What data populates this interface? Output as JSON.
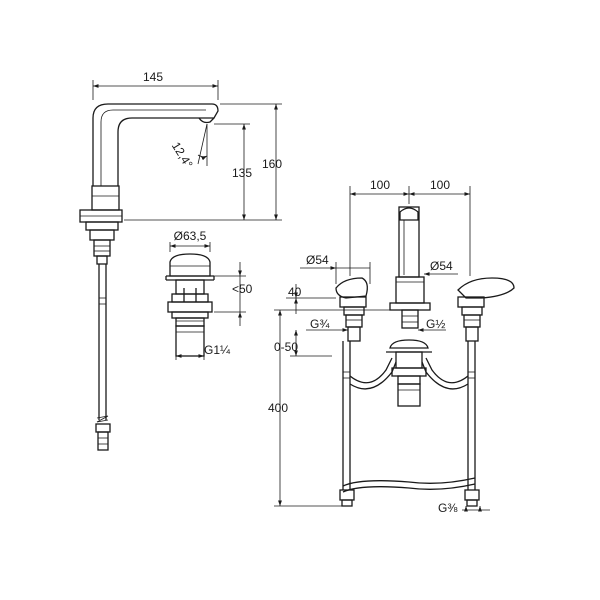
{
  "diagram": {
    "side_view": {
      "reach": "145",
      "total_height": "160",
      "spout_height": "135",
      "spout_angle": "12,4°"
    },
    "waste": {
      "diameter": "Ø63,5",
      "height": "<50",
      "thread": "G1¼"
    },
    "front_view": {
      "left_spacing": "100",
      "right_spacing": "100",
      "left_handle_dia": "Ø54",
      "right_handle_dia": "Ø54",
      "handle_height": "40",
      "inlet_thread": "G¾",
      "center_thread": "G½",
      "adjust_range": "0-50",
      "hose_length": "400",
      "hose_thread": "G⅜"
    }
  }
}
